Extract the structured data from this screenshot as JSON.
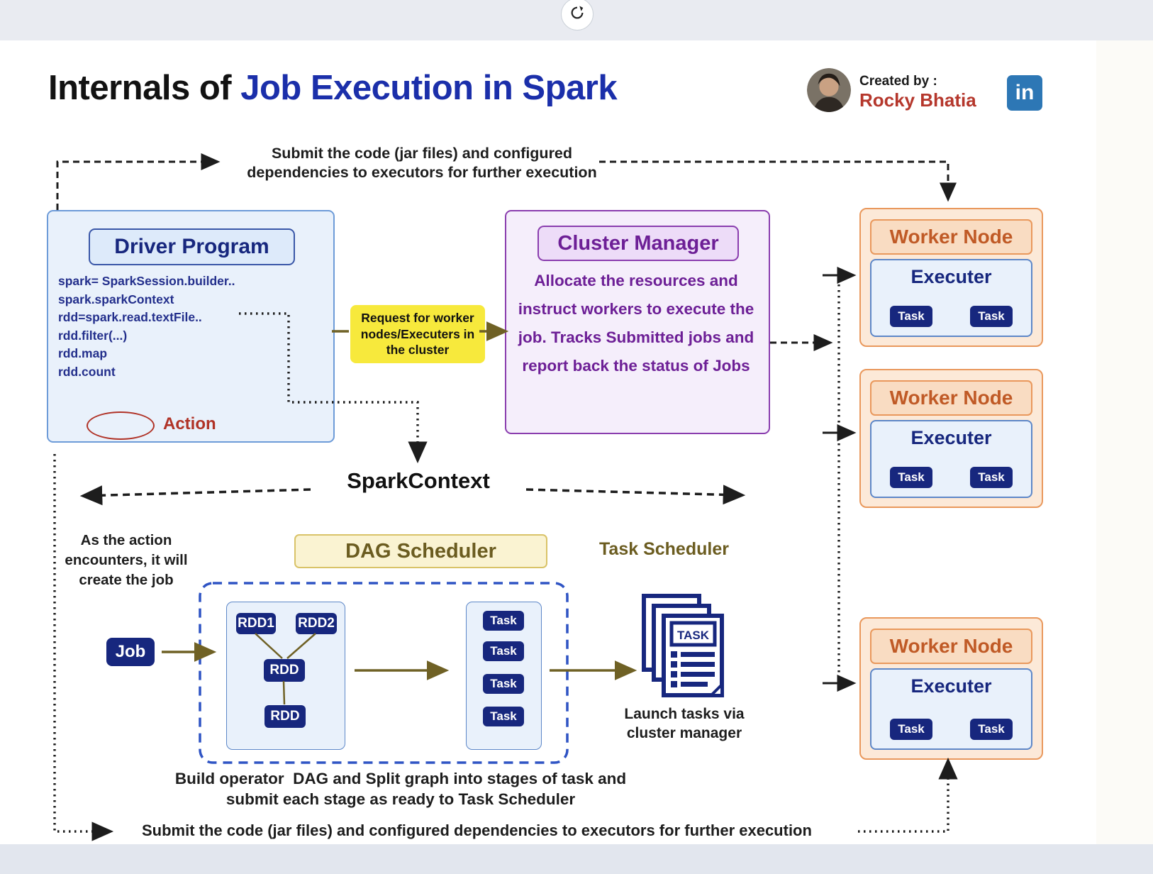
{
  "header": {
    "title_prefix": "Internals of ",
    "title_highlight": "Job Execution in Spark",
    "created_by": "Created by :",
    "author": "Rocky Bhatia",
    "linkedin": "in"
  },
  "annotations": {
    "top_submit": "Submit the code (jar files) and configured dependencies to executors for further execution",
    "request_worker": "Request for worker nodes/Executers in the cluster",
    "action_note": "As the action encounters, it will create the job",
    "launch_tasks": "Launch tasks via cluster manager",
    "build_dag": "Build operator  DAG and Split graph into stages of task and submit each stage as ready to Task Scheduler",
    "bottom_submit": "Submit the code (jar files) and configured dependencies to executors for further execution"
  },
  "driver_program": {
    "title": "Driver Program",
    "code_lines": [
      "spark= SparkSession.builder..",
      "spark.sparkContext",
      "rdd=spark.read.textFile..",
      "rdd.filter(...)",
      "rdd.map",
      "rdd.count"
    ],
    "action_label": "Action"
  },
  "cluster_manager": {
    "title": "Cluster Manager",
    "description": "Allocate the resources and instruct workers to execute the job. Tracks Submitted jobs and report back the status of Jobs"
  },
  "spark_context_label": "SparkContext",
  "dag_scheduler_label": "DAG Scheduler",
  "task_scheduler_label": "Task Scheduler",
  "job_label": "Job",
  "dag_stage": {
    "rdd_nodes": [
      "RDD1",
      "RDD2",
      "RDD",
      "RDD"
    ],
    "tasks": [
      "Task",
      "Task",
      "Task",
      "Task"
    ]
  },
  "task_icon_label": "TASK",
  "worker_nodes": [
    {
      "title": "Worker Node",
      "executor": "Executer",
      "tasks": [
        "Task",
        "Task"
      ]
    },
    {
      "title": "Worker Node",
      "executor": "Executer",
      "tasks": [
        "Task",
        "Task"
      ]
    },
    {
      "title": "Worker Node",
      "executor": "Executer",
      "tasks": [
        "Task",
        "Task"
      ]
    }
  ],
  "colors": {
    "title_highlight": "#1b2faa",
    "navy_badge": "#17277e",
    "purple_text": "#6d1f96",
    "orange_text": "#c05a26",
    "olive_arrow": "#6f6125",
    "action_red": "#b03226",
    "request_yellow": "#f7e93c",
    "linkedin_blue": "#2d77b5",
    "dag_dashed_blue": "#2f54c4"
  }
}
